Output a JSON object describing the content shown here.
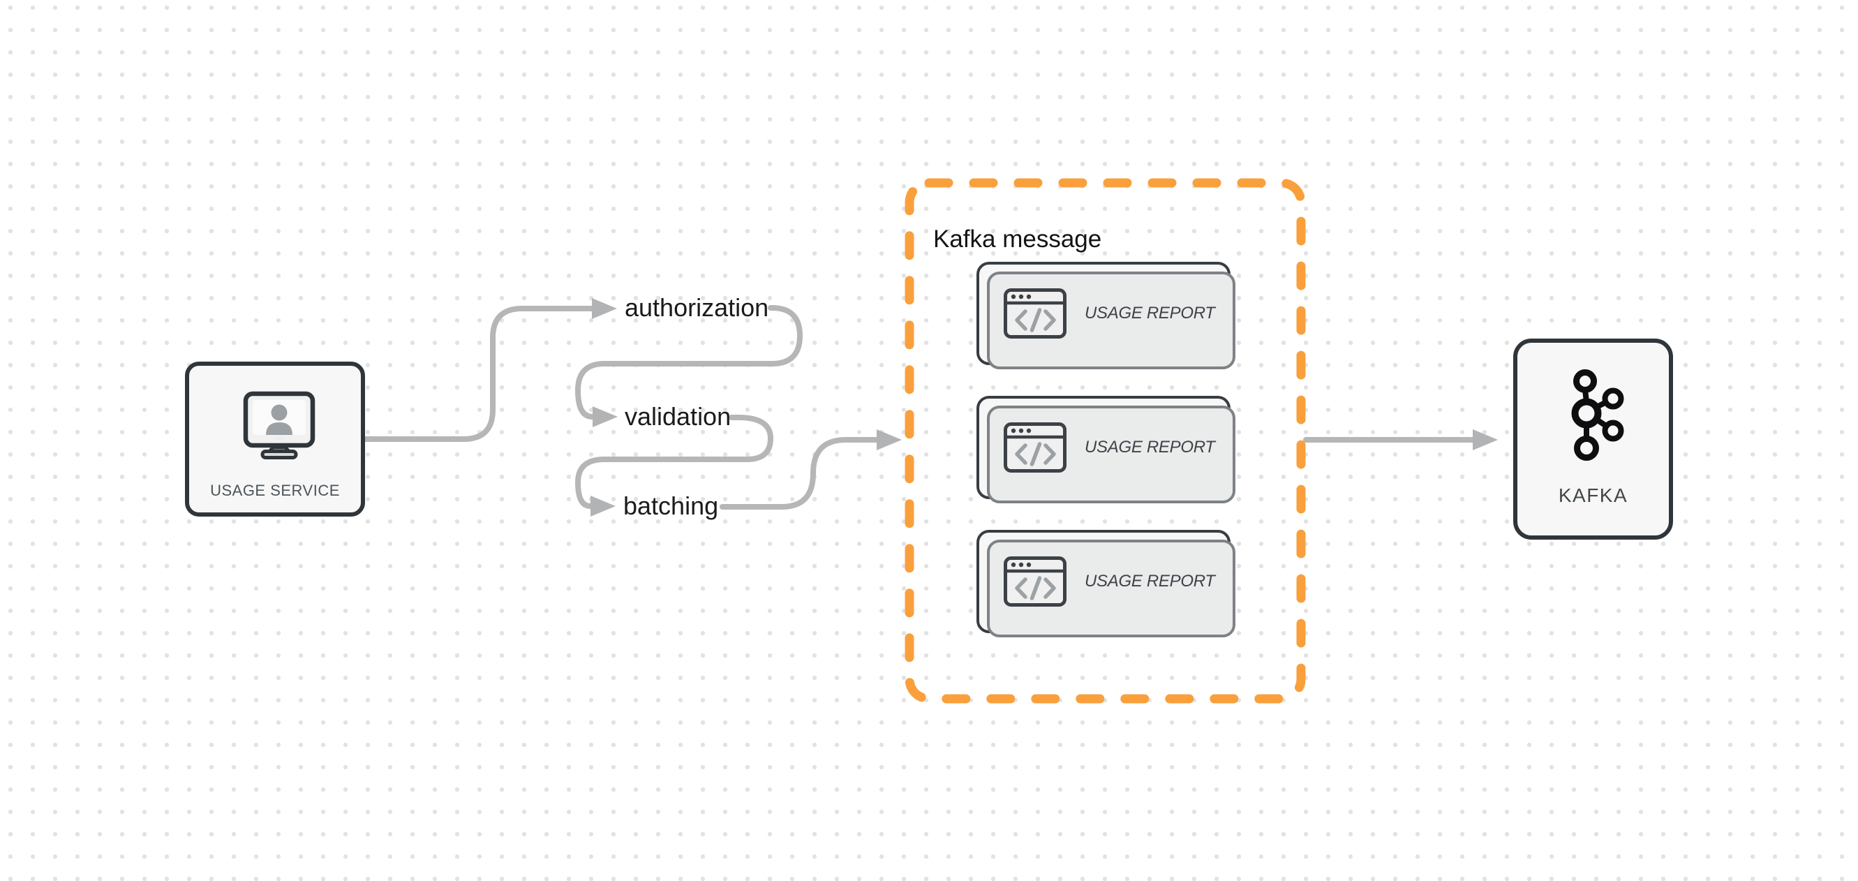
{
  "diagram": {
    "background": {
      "bg_color": "#FFFFFF",
      "dot_color": "#E2E2E2"
    },
    "source_node": {
      "label": "USAGE SERVICE",
      "icon": "monitor-user-icon"
    },
    "pipeline_steps": [
      {
        "label": "authorization"
      },
      {
        "label": "validation"
      },
      {
        "label": "batching"
      }
    ],
    "kafka_message_group": {
      "title": "Kafka message",
      "border_color": "#F9A03C",
      "cards": [
        {
          "label": "USAGE REPORT",
          "icon": "code-window-icon"
        },
        {
          "label": "USAGE REPORT",
          "icon": "code-window-icon"
        },
        {
          "label": "USAGE REPORT",
          "icon": "code-window-icon"
        }
      ]
    },
    "sink_node": {
      "label": "KAFKA",
      "icon": "kafka-logo-icon"
    },
    "colors": {
      "arrow": "#B5B6B6",
      "node_border": "#2F353A",
      "node_fill": "#F6F7F6",
      "step_text": "#1B1B1D"
    }
  }
}
